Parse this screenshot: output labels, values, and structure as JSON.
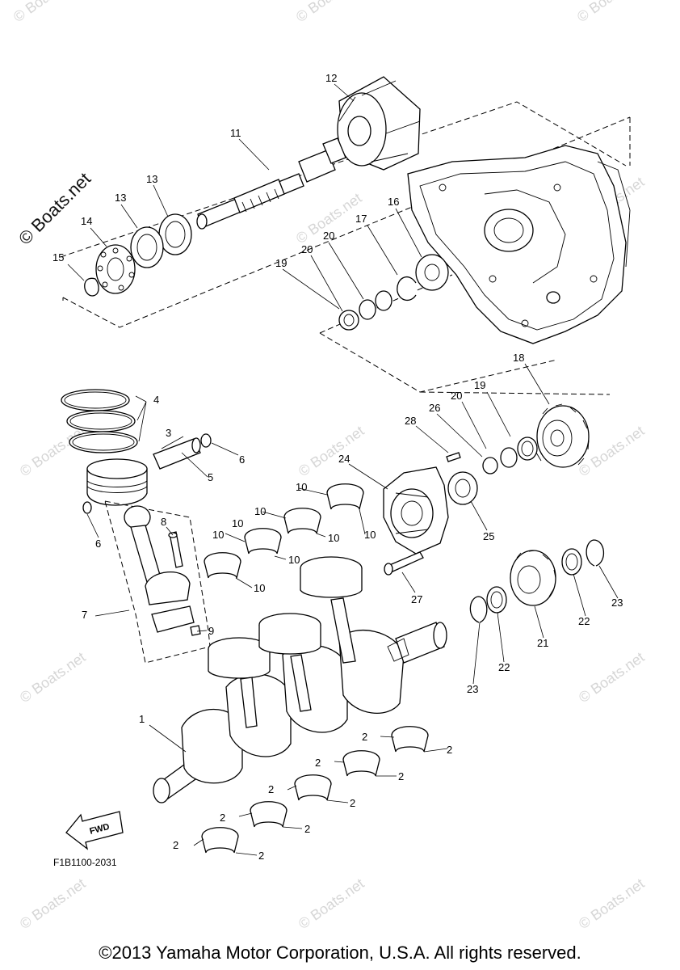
{
  "brand_watermark": "© Boats.net",
  "repeated_watermark": "© Boats.net",
  "figure_code": "F1B1100-2031",
  "fwd_label": "FWD",
  "copyright": "©2013 Yamaha Motor Corporation, U.S.A. All rights reserved.",
  "callouts": {
    "c1": "1",
    "c2": "2",
    "c3": "3",
    "c4": "4",
    "c5": "5",
    "c6": "6",
    "c7": "7",
    "c8": "8",
    "c9": "9",
    "c10": "10",
    "c11": "11",
    "c12": "12",
    "c13": "13",
    "c14": "14",
    "c15": "15",
    "c16": "16",
    "c17": "17",
    "c18": "18",
    "c19": "19",
    "c20": "20",
    "c21": "21",
    "c22": "22",
    "c23": "23",
    "c24": "24",
    "c25": "25",
    "c26": "26",
    "c27": "27",
    "c28": "28"
  }
}
